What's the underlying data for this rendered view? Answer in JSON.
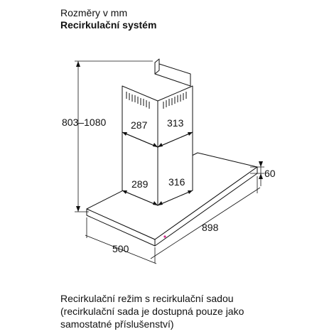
{
  "header": {
    "title": "Rozměry v mm",
    "subtitle": "Recirkulační systém"
  },
  "dimensions": {
    "height_range": "803–1080",
    "chimney_upper_width": "287",
    "chimney_upper_depth": "313",
    "chimney_lower_width": "289",
    "chimney_lower_depth": "316",
    "canopy_thickness": "60",
    "canopy_width": "898",
    "canopy_depth": "500"
  },
  "caption": {
    "line1": "Recirkulační režim s recirkulační sadou",
    "line2": "(recirkulační sada je dostupná pouze jako",
    "line3": "samostatné příslušenství)"
  },
  "colors": {
    "line": "#111111",
    "fill": "#ffffff",
    "indicator": "#d6248a"
  }
}
